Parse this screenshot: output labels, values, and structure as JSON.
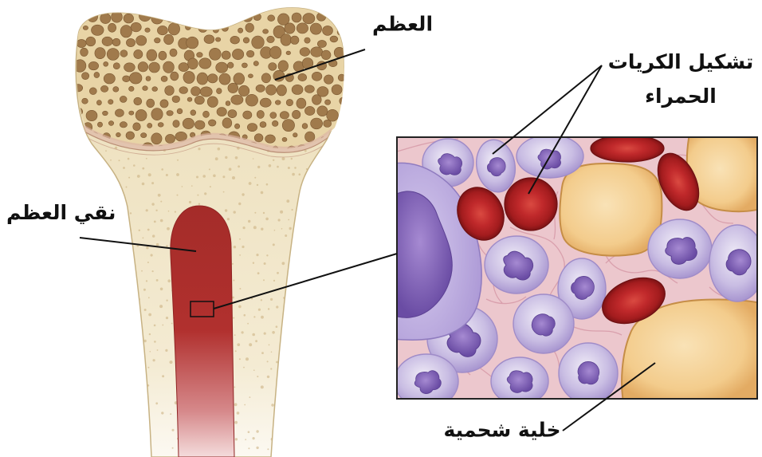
{
  "labels": {
    "bone": "العظم",
    "red_cell_formation_line1": "تشكيل الكريات",
    "red_cell_formation_line2": "الحمراء",
    "bone_marrow": "نقي العظم",
    "fat_cell": "خلية شحمية"
  },
  "colors": {
    "bone": "#efe3c3",
    "marrow": "#b1302e",
    "red_blood_cell": "#c0292b",
    "white_blood_cell": "#c9bde3",
    "fat_cell": "#f3cc8c",
    "tissue": "#ecc7cd",
    "leader_line": "#111111",
    "label_text": "#111111"
  }
}
